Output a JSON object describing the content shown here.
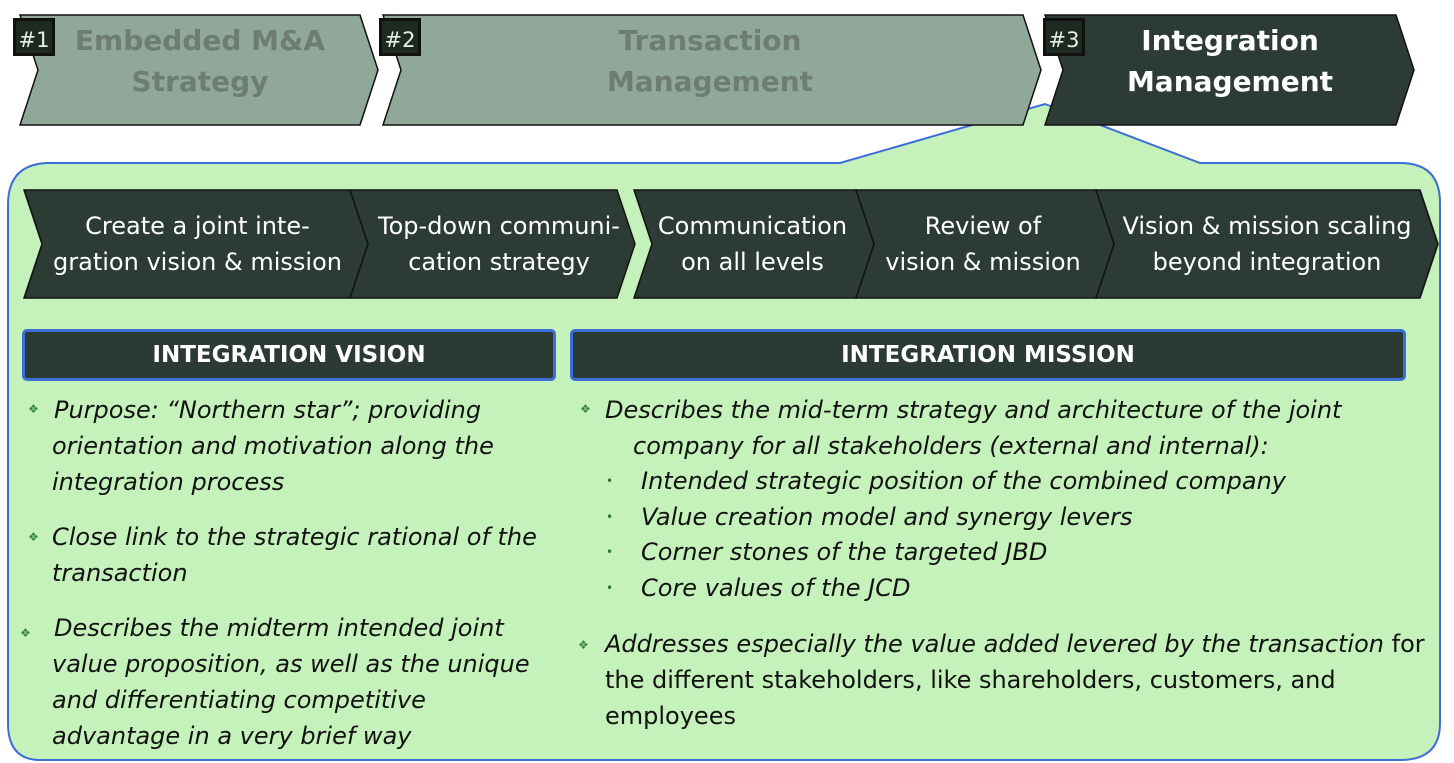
{
  "phases": [
    {
      "badge": "#1",
      "label_line1": "Embedded M&A",
      "label_line2": "Strategy"
    },
    {
      "badge": "#2",
      "label_line1": "Transaction",
      "label_line2": "Management"
    },
    {
      "badge": "#3",
      "label_line1": "Integration",
      "label_line2": "Management"
    }
  ],
  "steps": [
    {
      "line1": "Create a joint inte-",
      "line2": "gration vision & mission"
    },
    {
      "line1": "Top-down communi-",
      "line2": "cation strategy"
    },
    {
      "line1": "Communication",
      "line2": "on all levels"
    },
    {
      "line1": "Review  of",
      "line2": "vision & mission"
    },
    {
      "line1": "Vision & mission scaling",
      "line2": "beyond integration"
    }
  ],
  "vision": {
    "header": "INTEGRATION VISION",
    "bullets": [
      {
        "l1": "Purpose: “Northern star”; providing",
        "l2": "orientation and motivation along the",
        "l3": "integration process"
      },
      {
        "l1": "Close link to the strategic rational of the",
        "l2": "transaction"
      },
      {
        "l1": "Describes the midterm intended joint",
        "l2": "value proposition, as well as the unique",
        "l3": "and differentiating competitive",
        "l4": "advantage in a very brief way"
      }
    ]
  },
  "mission": {
    "header": "INTEGRATION MISSION",
    "b1_l1": "Describes the mid-term strategy and architecture of the joint",
    "b1_l2": "company for all stakeholders (external and internal):",
    "sub": [
      "Intended strategic position of the combined company",
      "Value creation model and synergy levers",
      "Corner stones of the targeted JBD",
      "Core values of the JCD"
    ],
    "b2_italic": "Addresses especially the value added levered by the transaction",
    "b2_rest": " for",
    "b2_l2": "the different stakeholders, like shareholders, customers, and",
    "b2_l3": "employees"
  },
  "colors": {
    "panel": "#c5f1bb",
    "panel_border": "#3b6ed6",
    "dim_chevron": "#8fa89a",
    "dark": "#2c3b33"
  }
}
